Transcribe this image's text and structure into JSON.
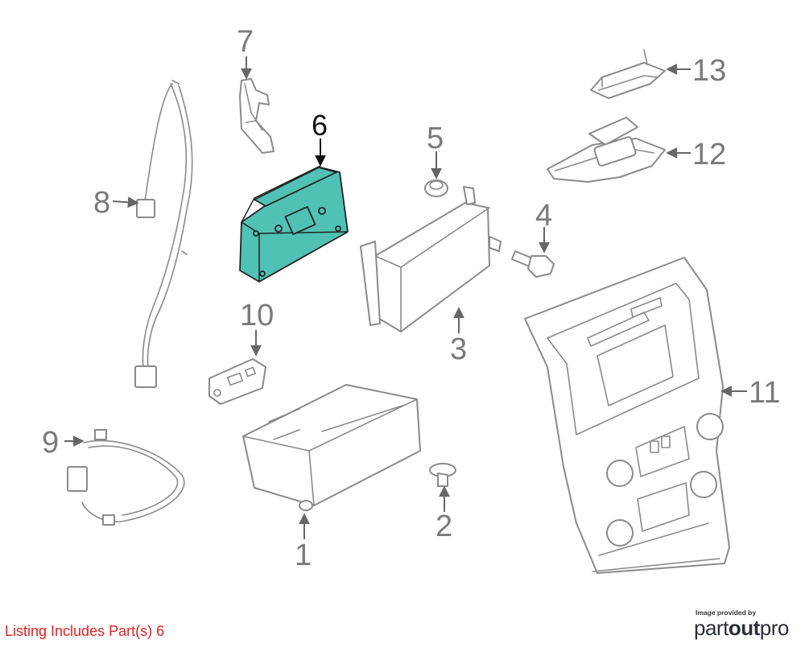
{
  "callouts": {
    "c1": "1",
    "c2": "2",
    "c3": "3",
    "c4": "4",
    "c5": "5",
    "c6": "6",
    "c7": "7",
    "c8": "8",
    "c9": "9",
    "c10": "10",
    "c11": "11",
    "c12": "12",
    "c13": "13"
  },
  "footer": {
    "listing": "Listing Includes Part(s) 6",
    "credit_small": "Image provided by",
    "brand_part": "part",
    "brand_out": "out",
    "brand_pro": "pro"
  },
  "colors": {
    "highlight": "#4fc2b5",
    "listing_text": "#e02020",
    "brand_dot": "#e8202a"
  }
}
